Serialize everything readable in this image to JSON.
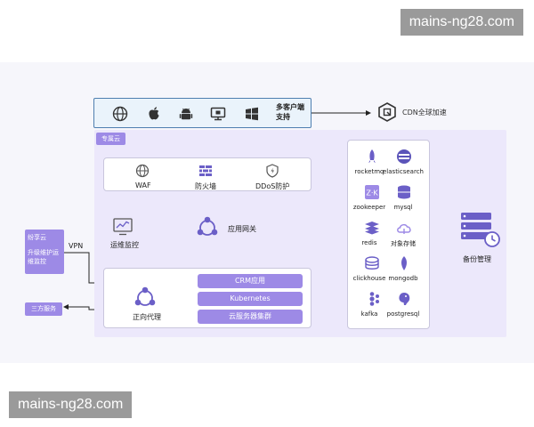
{
  "watermark": {
    "top_text": "mains-ng28.com",
    "bottom_text": "mains-ng28.com"
  },
  "clients": {
    "label": "多客户端支持",
    "icons": [
      "browser-icon",
      "apple-icon",
      "android-icon",
      "desktop-icon",
      "windows-icon"
    ]
  },
  "cdn": {
    "label": "CDN全球加速",
    "icon": "cdn-icon"
  },
  "cloud": {
    "tag": "专属云"
  },
  "security": {
    "items": [
      {
        "icon": "waf-icon",
        "label": "WAF"
      },
      {
        "icon": "firewall-icon",
        "label": "防火墙"
      },
      {
        "icon": "shield-icon",
        "label": "DDoS防护"
      }
    ]
  },
  "gateway": {
    "label": "应用网关",
    "icon": "gateway-icon"
  },
  "monitor": {
    "label": "运维监控",
    "icon": "monitor-icon"
  },
  "app_stack": {
    "bars": [
      "CRM应用",
      "Kubernetes",
      "云服务器集群"
    ],
    "proxy_label": "正向代理",
    "proxy_icon": "proxy-icon"
  },
  "ops": {
    "title": "纷享云",
    "subtitle": "升级维护运维监控",
    "vpn_label": "VPN"
  },
  "third_party": {
    "label": "三方服务"
  },
  "middleware": {
    "items": [
      {
        "icon": "rocket-icon",
        "label": "rocketmq",
        "color": "#6b5fc7"
      },
      {
        "icon": "elastic-icon",
        "label": "elasticsearch",
        "color": "#5b54b9"
      },
      {
        "icon": "zookeeper-icon",
        "label": "zookeeper",
        "color": "#9d8ae6"
      },
      {
        "icon": "database-icon",
        "label": "mysql",
        "color": "#6b5fc7"
      },
      {
        "icon": "redis-icon",
        "label": "redis",
        "color": "#6b5fc7"
      },
      {
        "icon": "cloud-storage-icon",
        "label": "对象存储",
        "color": "#9d8ae6"
      },
      {
        "icon": "clickhouse-icon",
        "label": "clickhouse",
        "color": "#6b5fc7"
      },
      {
        "icon": "mongodb-icon",
        "label": "mongodb",
        "color": "#6b5fc7"
      },
      {
        "icon": "kafka-icon",
        "label": "kafka",
        "color": "#6b5fc7"
      },
      {
        "icon": "postgresql-icon",
        "label": "postgresql",
        "color": "#6b5fc7"
      }
    ]
  },
  "backup": {
    "label": "备份管理",
    "icon": "backup-icon"
  },
  "colors": {
    "accent": "#9d8ae6",
    "accent_dark": "#6b5fc7",
    "region_bg": "#ece8fb",
    "client_border": "#4f7fb0"
  }
}
